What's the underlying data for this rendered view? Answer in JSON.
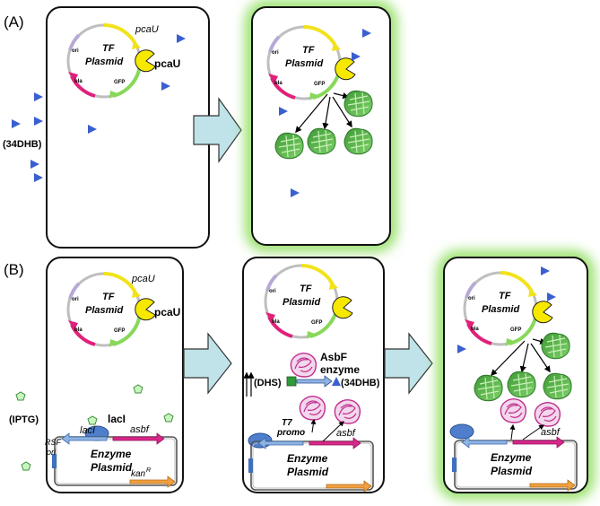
{
  "panel_labels": {
    "a": "(A)",
    "b": "(B)"
  },
  "plasmid": {
    "line1": "TF",
    "line2": "Plasmid",
    "ori": "ori",
    "bla": "bla",
    "gfp": "GFP",
    "pcau_gene": "pcaU"
  },
  "protein": {
    "pcau": "pcaU"
  },
  "molecules": {
    "dhb": "(34DHB)",
    "iptg": "(IPTG)",
    "dhs": "(DHS)"
  },
  "enzyme_plasmid": {
    "line1": "Enzyme",
    "line2": "Plasmid",
    "laci_gene": "lacI",
    "asbf_gene": "asbf",
    "rsf": "RSF",
    "ori": "ori",
    "kan": "kan",
    "kan_sup": "R",
    "t7_line1": "T7",
    "t7_line2": "promo"
  },
  "lac_repressor": "lacI",
  "asbf_enzyme": {
    "line1": "AsbF",
    "line2": "enzyme"
  },
  "colors": {
    "arrow_fill": "#bfe3e8",
    "glow": "#88dd55",
    "gfp_protein": "#55c044",
    "asbf_protein": "#cc3399",
    "pcau_protein": "#f7e800",
    "molecule_dhb": "#3a5fd0",
    "molecule_iptg": "#b8f0b0"
  }
}
